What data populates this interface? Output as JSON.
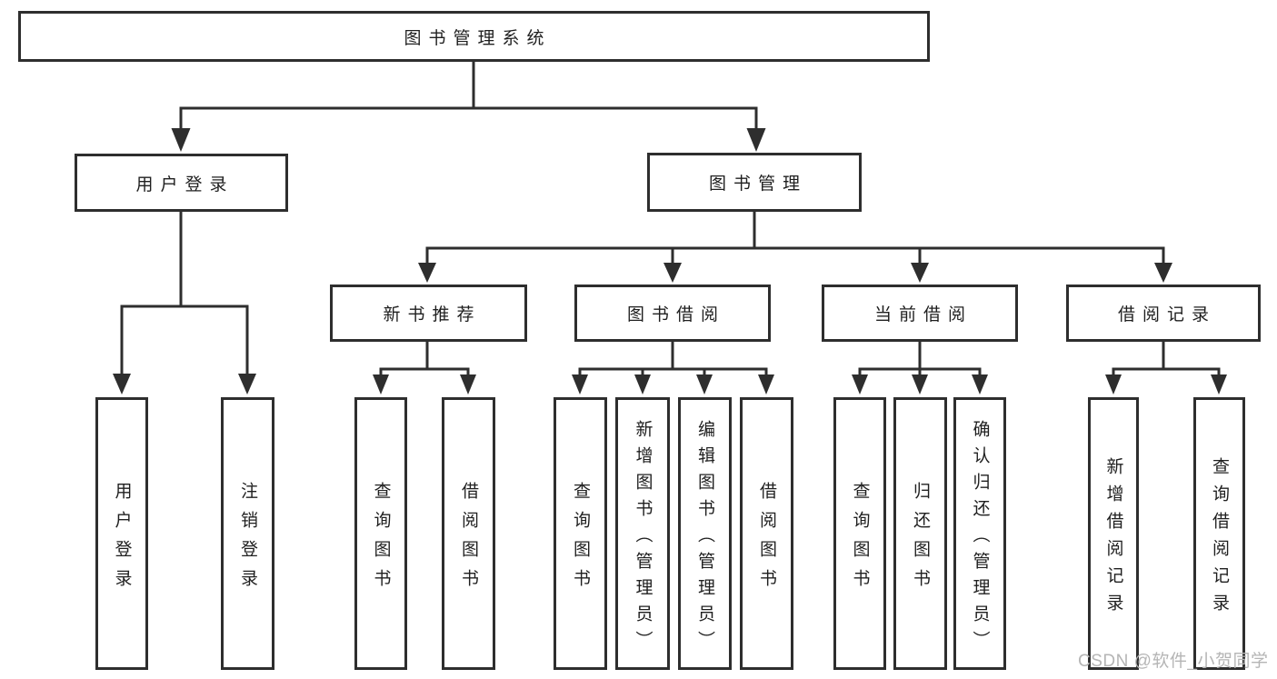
{
  "diagram": {
    "root_label": "图书管理系统",
    "level2": [
      {
        "label": "用户登录",
        "children": [
          {
            "label": "用户登录"
          },
          {
            "label": "注销登录"
          }
        ]
      },
      {
        "label": "图书管理",
        "children": [
          {
            "label": "新书推荐",
            "children": [
              {
                "label": "查询图书"
              },
              {
                "label": "借阅图书"
              }
            ]
          },
          {
            "label": "图书借阅",
            "children": [
              {
                "label": "查询图书"
              },
              {
                "label": "新增图书（管理员）"
              },
              {
                "label": "编辑图书（管理员）"
              },
              {
                "label": "借阅图书"
              }
            ]
          },
          {
            "label": "当前借阅",
            "children": [
              {
                "label": "查询图书"
              },
              {
                "label": "归还图书"
              },
              {
                "label": "确认归还（管理员）"
              }
            ]
          },
          {
            "label": "借阅记录",
            "children": [
              {
                "label": "新增借阅记录"
              },
              {
                "label": "查询借阅记录"
              }
            ]
          }
        ]
      }
    ]
  },
  "watermark": {
    "text": "CSDN @软件_小贺同学"
  },
  "colors": {
    "line": "#2e2e2e",
    "text": "#1f1f1f",
    "watermark": "#b5b5b5",
    "background": "#ffffff"
  }
}
